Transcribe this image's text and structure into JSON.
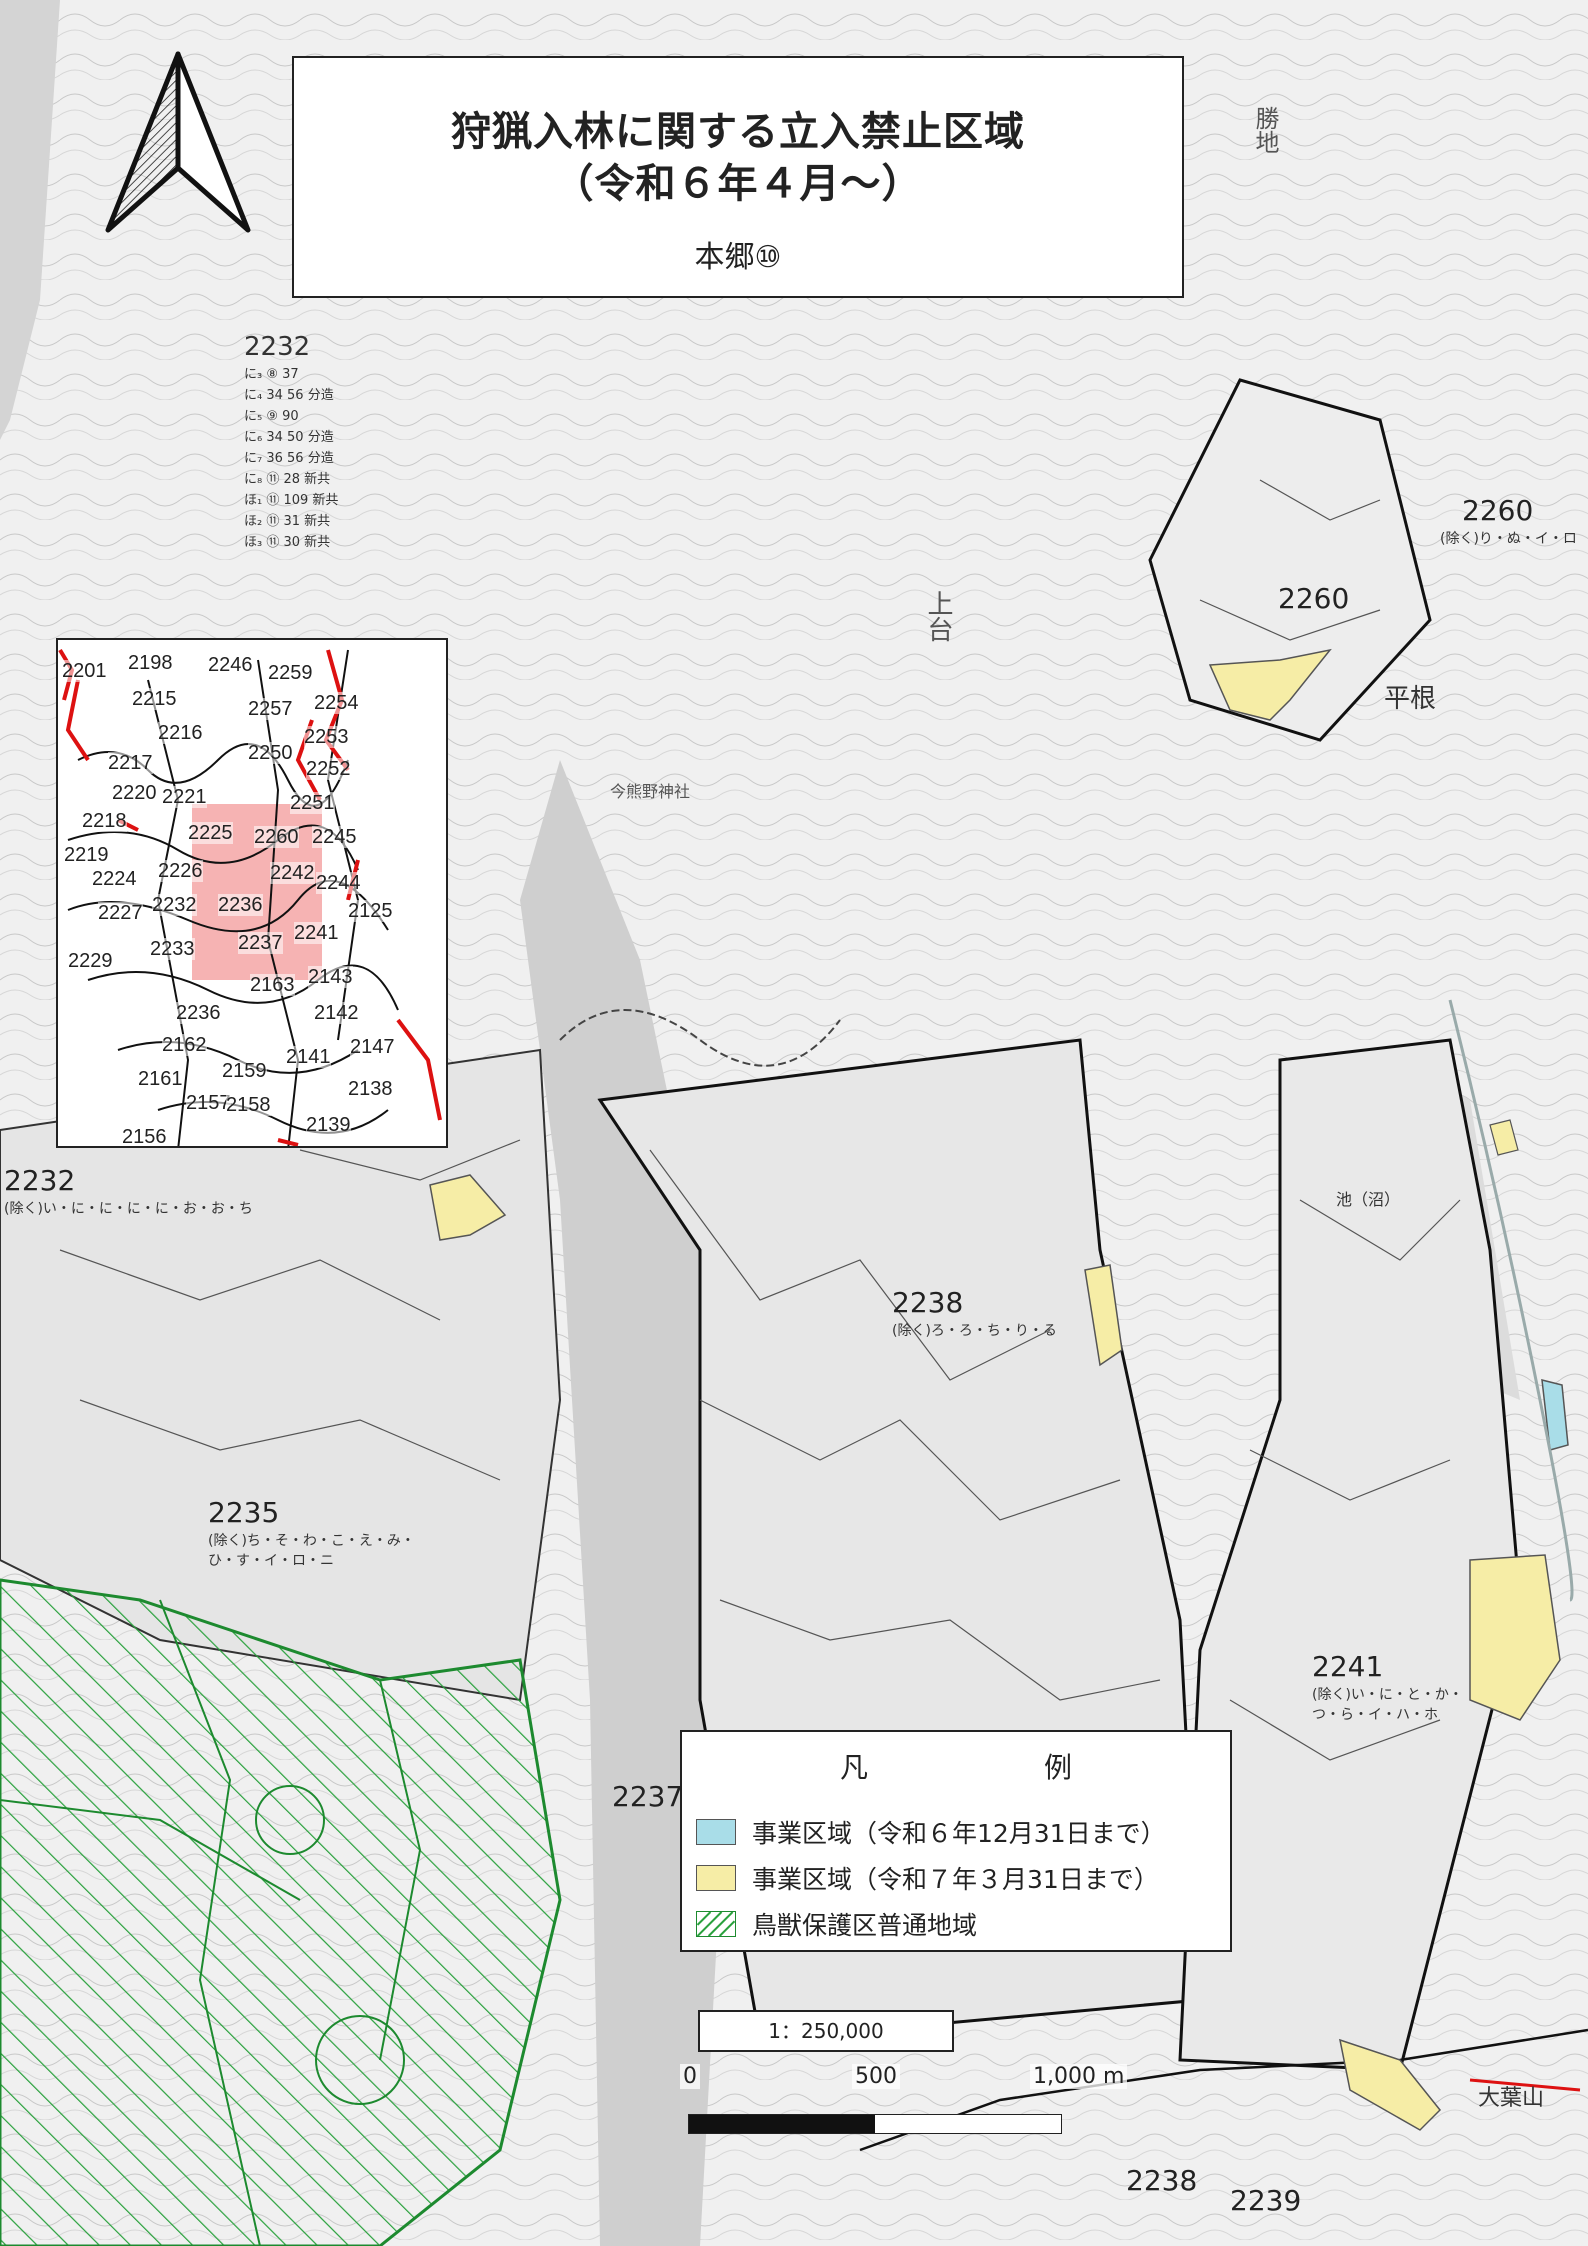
{
  "title": {
    "line1": "狩猟入林に関する立入禁止区域",
    "line2": "（令和６年４月～）",
    "area": "本郷⑩"
  },
  "legend": {
    "heading": "凡　　例",
    "items": [
      {
        "label": "事業区域（令和６年12月31日まで）",
        "color": "#a9dde8"
      },
      {
        "label": "事業区域（令和７年３月31日まで）",
        "color": "#f6eda6"
      },
      {
        "label": "鳥獣保護区普通地域",
        "color": "#2aa13d"
      }
    ]
  },
  "scale": {
    "ratio": "1：250,000",
    "labels": [
      "0",
      "500",
      "1,000 m"
    ]
  },
  "compartments": [
    {
      "id": "2232",
      "sub": "(除く)い・に・に・に・に・お・お・ち"
    },
    {
      "id": "2235",
      "sub": "(除く)ち・そ・わ・こ・え・み・ひ・す・イ・ロ・ニ"
    },
    {
      "id": "2238",
      "sub": "(除く)ろ・ろ・ち・り・る"
    },
    {
      "id": "2241",
      "sub": "(除く)い・に・と・か・つ・ら・イ・ハ・ホ"
    },
    {
      "id": "2260",
      "sub": "(除く)り・ぬ・イ・ロ"
    },
    {
      "id": "2260",
      "sub": ""
    },
    {
      "id": "2237",
      "sub": ""
    },
    {
      "id": "2238",
      "sub": ""
    },
    {
      "id": "2239",
      "sub": ""
    }
  ],
  "place_names": [
    "平根",
    "上台",
    "勝地",
    "今熊野神社",
    "大葉山",
    "池（沼）"
  ],
  "lot_list": [
    "2232",
    "に₃ ⑧ 37",
    "に₄ 34 56 分造",
    "に₅ ⑨ 90",
    "に₆ 34 50 分造",
    "に₇ 36 56 分造",
    "に₈ ⑪ 28 新共",
    "ほ₁ ⑪ 109 新共",
    "ほ₂ ⑪ 31 新共",
    "ほ₃ ⑪ 30 新共"
  ],
  "inset": {
    "highlight_color": "#f4a0a0",
    "labels": [
      "2201",
      "2198",
      "2215",
      "2216",
      "2217",
      "2220",
      "2218",
      "2221",
      "2246",
      "2259",
      "2257",
      "2254",
      "2253",
      "2250",
      "2252",
      "2251",
      "2225",
      "2260",
      "2245",
      "2219",
      "2224",
      "2226",
      "2242",
      "2244",
      "2227",
      "2232",
      "2236",
      "2125",
      "2233",
      "2237",
      "2241",
      "2229",
      "2163",
      "2143",
      "2236",
      "2142",
      "2162",
      "2147",
      "2161",
      "2159",
      "2141",
      "2157",
      "2158",
      "2138",
      "2156",
      "2139"
    ]
  }
}
